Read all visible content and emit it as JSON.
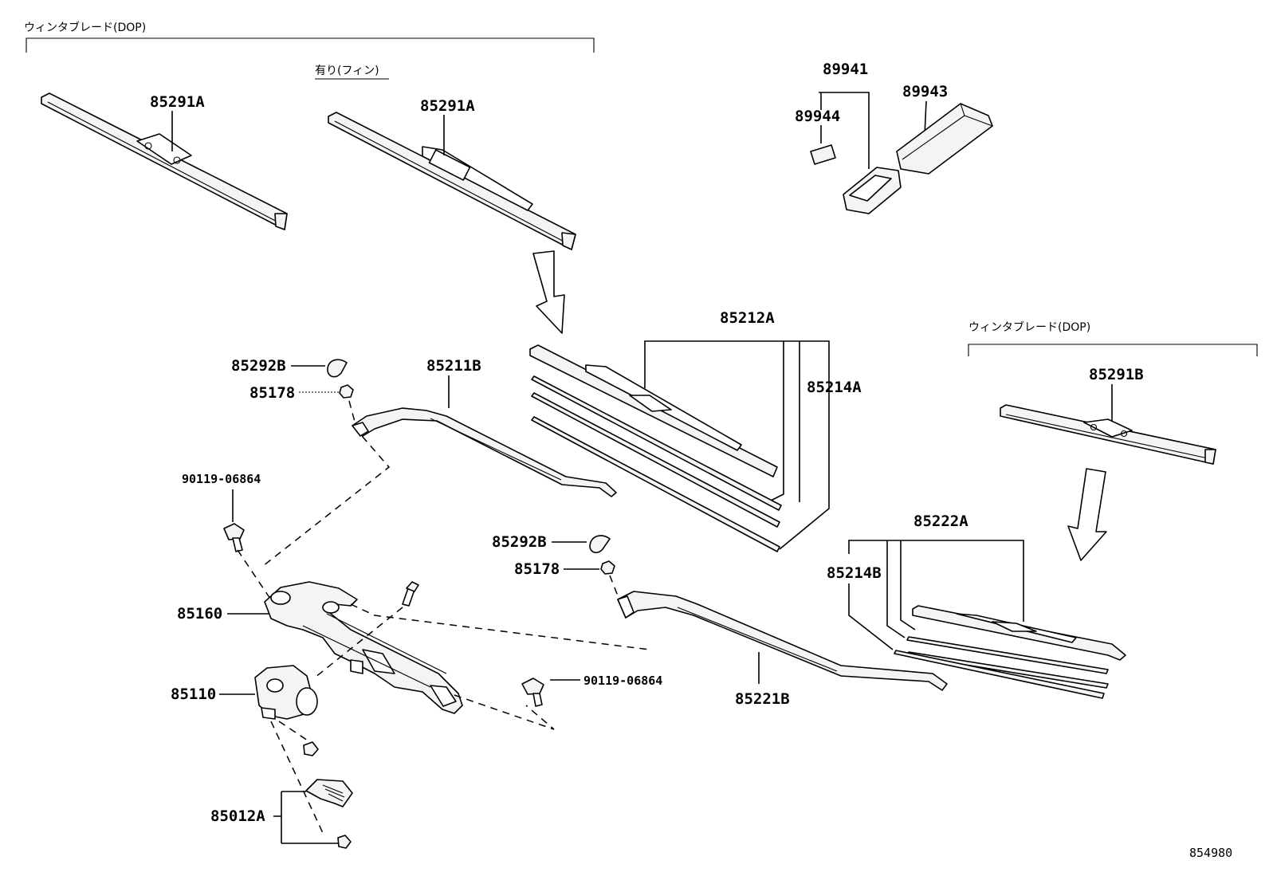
{
  "section_labels": {
    "winter_blade_dop_top": "ウィンタブレード(DOP)",
    "with_fin": "有り(フィン)",
    "winter_blade_dop_right": "ウィンタブレード(DOP)"
  },
  "part_numbers": {
    "p85291A_left": "85291A",
    "p85291A_fin": "85291A",
    "p89941": "89941",
    "p89944": "89944",
    "p89943": "89943",
    "p85212A": "85212A",
    "p85214A": "85214A",
    "p85292B_upper": "85292B",
    "p85178_upper": "85178",
    "p85211B": "85211B",
    "p90119_upper": "90119-06864",
    "p85160": "85160",
    "p85110": "85110",
    "p85012A": "85012A",
    "p85292B_lower": "85292B",
    "p85178_lower": "85178",
    "p90119_lower": "90119-06864",
    "p85221B": "85221B",
    "p85222A": "85222A",
    "p85214B": "85214B",
    "p85291B": "85291B"
  },
  "diagram_ref": "854980"
}
